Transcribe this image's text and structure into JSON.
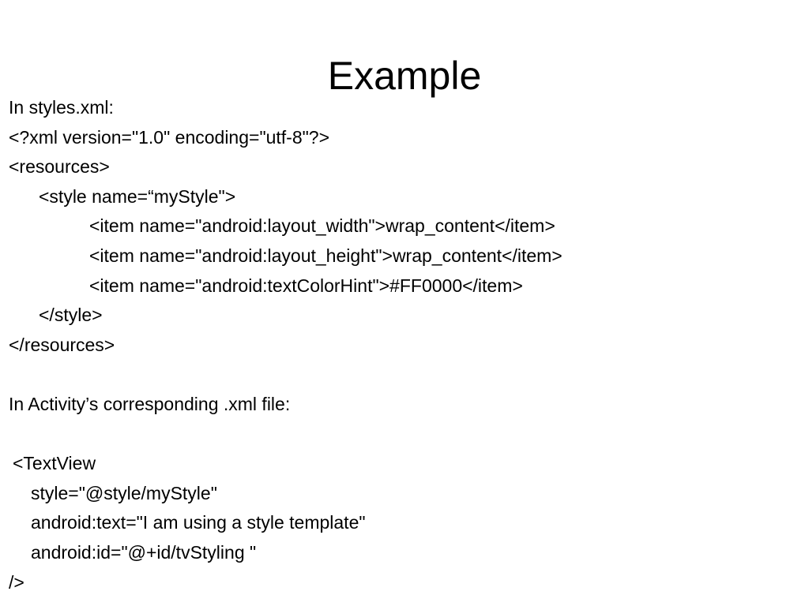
{
  "slide": {
    "title": "Example",
    "lines": [
      "In styles.xml:",
      "<?xml version=\"1.0\" encoding=\"utf-8\"?>",
      "<resources>",
      "<style name=“myStyle\">",
      "<item name=\"android:layout_width\">wrap_content</item>",
      "<item name=\"android:layout_height\">wrap_content</item>",
      "<item name=\"android:textColorHint\">#FF0000</item>",
      "</style>",
      "</resources>",
      "",
      "In Activity’s corresponding .xml file:",
      "",
      "<TextView",
      "style=\"@style/myStyle\"",
      "android:text=\"I am using a style template\"",
      "android:id=\"@+id/tvStyling \"",
      "/>"
    ]
  }
}
